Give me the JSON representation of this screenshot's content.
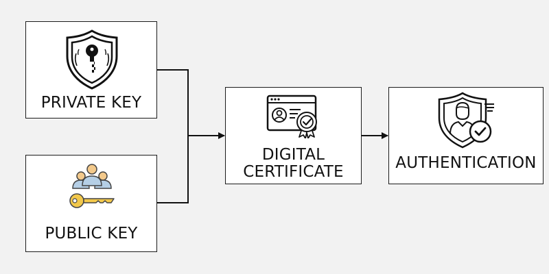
{
  "nodes": {
    "private_key": {
      "label": "PRIVATE KEY",
      "icon": "shield-key-icon"
    },
    "public_key": {
      "label": "PUBLIC KEY",
      "icon": "users-key-icon"
    },
    "digital_certificate": {
      "label_line1": "DIGITAL",
      "label_line2": "CERTIFICATE",
      "icon": "certificate-icon"
    },
    "authentication": {
      "label": "AUTHENTICATION",
      "icon": "user-shield-check-icon"
    }
  },
  "edges": [
    {
      "from": "private_key",
      "to": "digital_certificate"
    },
    {
      "from": "public_key",
      "to": "digital_certificate"
    },
    {
      "from": "digital_certificate",
      "to": "authentication"
    }
  ],
  "colors": {
    "background": "#f2f2f2",
    "box_fill": "#ffffff",
    "stroke": "#1a1a1a",
    "users_fill": "#b5cfe6",
    "users_heads": "#f3c98b",
    "key_fill": "#f2c84b"
  }
}
